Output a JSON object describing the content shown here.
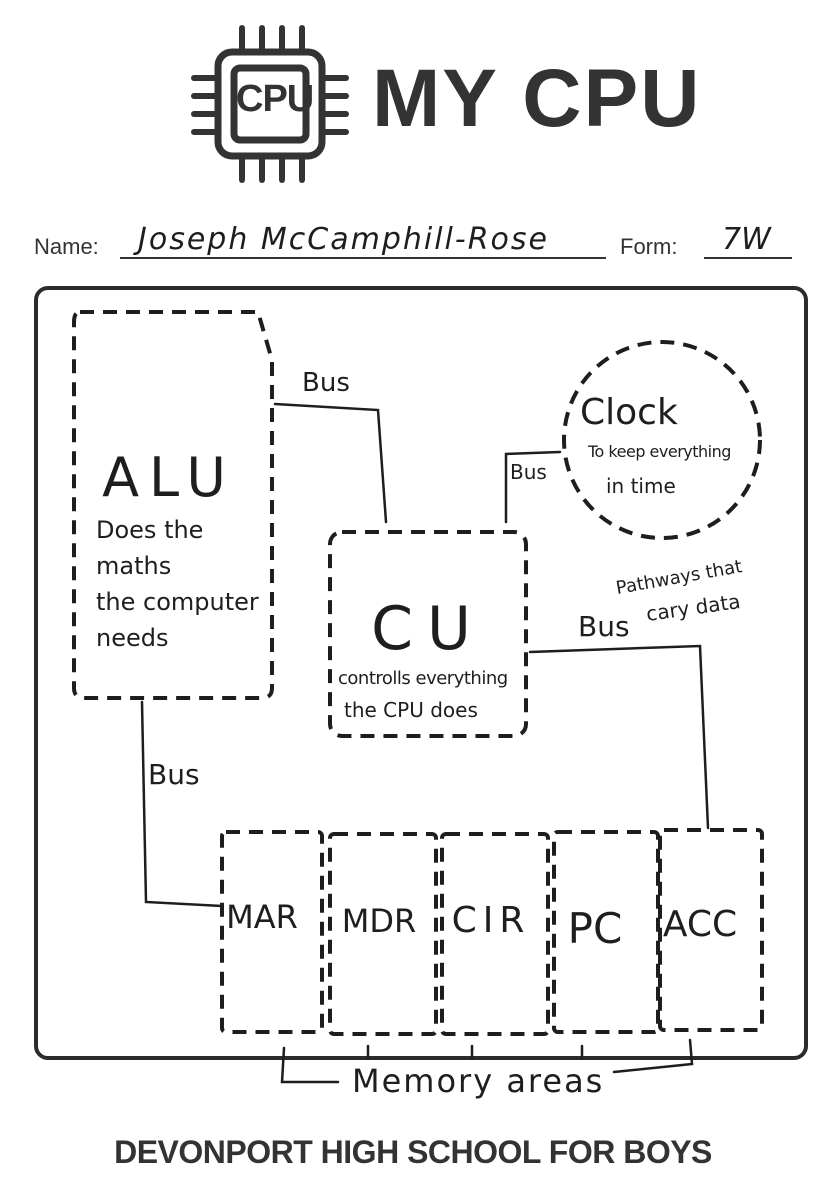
{
  "header": {
    "logo_text": "CPU",
    "title": "MY CPU"
  },
  "form": {
    "name_label": "Name:",
    "name_value": "Joseph McCamphill-Rose",
    "form_label": "Form:",
    "form_value": "7W"
  },
  "diagram": {
    "alu": {
      "title": "ALU",
      "desc": [
        "Does the",
        "maths",
        "the computer",
        "needs"
      ]
    },
    "cu": {
      "title": "CU",
      "desc": [
        "controlls everything",
        "the CPU does"
      ]
    },
    "clock": {
      "title": "Clock",
      "desc": [
        "To keep everything",
        "in time"
      ]
    },
    "bus_labels": {
      "alu_cu": "Bus",
      "cu_clock": "Bus",
      "alu_memory": "Bus",
      "cu_memory": "Bus",
      "cu_memory_note": "Pathways that",
      "cu_memory_note2": "cary data"
    },
    "registers": [
      "MAR",
      "MDR",
      "CIR",
      "PC",
      "ACC"
    ],
    "memory_label": "Memory areas"
  },
  "footer": {
    "school": "DEVONPORT HIGH SCHOOL FOR BOYS"
  }
}
